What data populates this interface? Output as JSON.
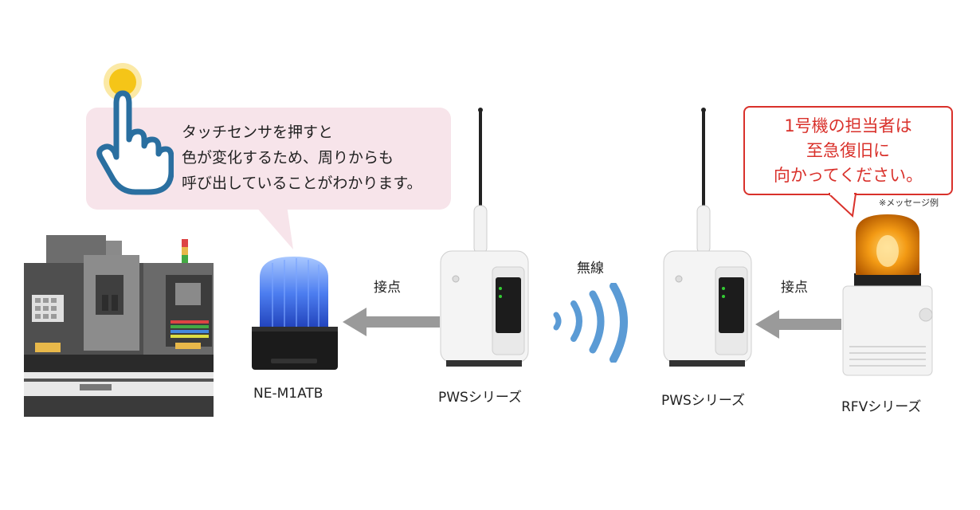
{
  "touch_bubble": {
    "lines": [
      "タッチセンサを押すと",
      "色が変化するため、周りからも",
      "呼び出していることがわかります。"
    ]
  },
  "message_bubble": {
    "lines": [
      "1号機の担当者は",
      "至急復旧に",
      "向かってください。"
    ],
    "note": "※メッセージ例"
  },
  "connections": {
    "left_contact": "接点",
    "wireless": "無線",
    "right_contact": "接点"
  },
  "devices": {
    "ne_m1atb": "NE-M1ATB",
    "pws_left": "PWSシリーズ",
    "pws_right": "PWSシリーズ",
    "rfv": "RFVシリーズ"
  },
  "colors": {
    "arrow": "#9a9a9a",
    "wave": "#5b9bd5",
    "alert_red": "#d9312b",
    "bubble_pink": "#f7e4ea",
    "touch_blue": "#2a6fa0",
    "touch_yellow": "#f5c518"
  }
}
